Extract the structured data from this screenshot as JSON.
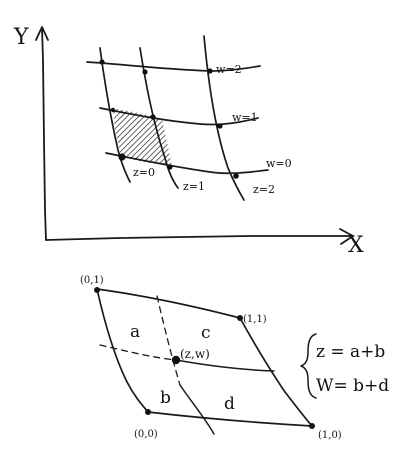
{
  "top_figure": {
    "axis_labels": {
      "y": "Y",
      "x": "X"
    },
    "curve_labels": {
      "w2": "w=2",
      "w1": "w=1",
      "w0": "w=0",
      "z0": "z=0",
      "z1": "z=1",
      "z2": "z=2"
    }
  },
  "bottom_figure": {
    "corner_labels": {
      "top_left": "(0,1)",
      "top_right": "(1,1)",
      "bottom_left": "(0,0)",
      "bottom_right": "(1,0)"
    },
    "region_labels": {
      "a": "a",
      "b": "b",
      "c": "c",
      "d": "d"
    },
    "point_label": "(z,w)",
    "equations": {
      "z": "z = a+b",
      "w": "W= b+d"
    }
  }
}
